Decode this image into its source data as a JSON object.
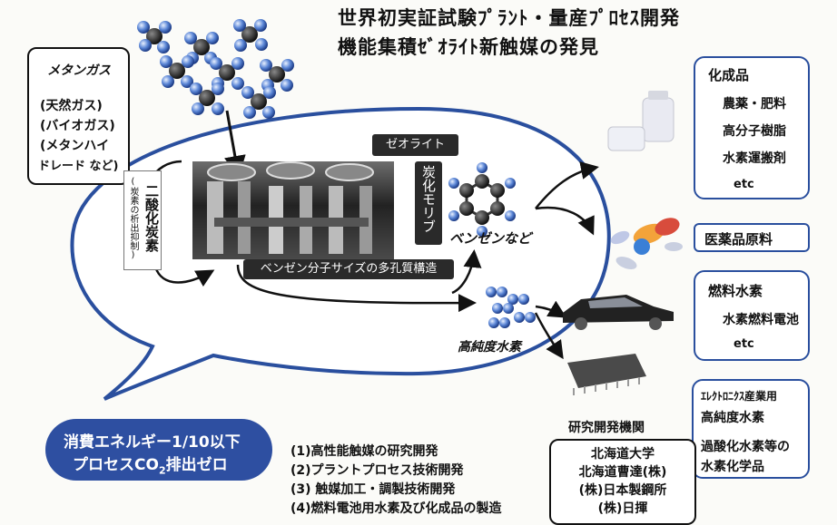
{
  "title": {
    "line1": "世界初実証試験ﾌﾟﾗﾝﾄ・量産ﾌﾟﾛｾｽ開発",
    "line2": "機能集積ｾﾞｵﾗｲﾄ新触媒の発見"
  },
  "methane_box": {
    "heading": "メタンガス",
    "lines": [
      "(天然ガス)",
      "(バイオガス)",
      "(メタンハイ",
      "ドレード など)"
    ]
  },
  "reactor": {
    "zeolite_label": "ゼオライト",
    "molybdenum_label": "炭化モリブデン",
    "co2_label": "二酸化炭素",
    "co2_sub_label": "(炭素の析出抑制)",
    "porous_label": "ベンゼン分子サイズの多孔質構造"
  },
  "products": {
    "benzene_label": "ベンゼンなど",
    "hydrogen_label": "高純度水素"
  },
  "right_boxes": {
    "chemicals": {
      "title": "化成品",
      "items": [
        "農薬・肥料",
        "高分子樹脂",
        "水素運搬剤",
        "etc"
      ]
    },
    "pharma": {
      "title": "医薬品原料"
    },
    "fuel": {
      "title": "燃料水素",
      "items": [
        "水素燃料電池",
        "etc"
      ]
    },
    "electronics": {
      "lines": [
        "ｴﾚｸﾄﾛﾆｸｽ産業用",
        "高純度水素",
        "過酸化水素等の",
        "水素化学品"
      ]
    }
  },
  "energy_pill": {
    "line1": "消費エネルギー1/10以下",
    "line2_prefix": "プロセスCO",
    "line2_sub": "2",
    "line2_suffix": "排出ゼロ"
  },
  "development_list": [
    "(1)高性能触媒の研究開発",
    "(2)プラントプロセス技術開発",
    "(3) 触媒加工・調製技術開発",
    "(4)燃料電池用水素及び化成品の製造"
  ],
  "research_org": {
    "heading": "研究開発機関",
    "members": [
      "北海道大学",
      "北海道曹達(株)",
      "(株)日本製鋼所",
      "(株)日揮"
    ]
  },
  "colors": {
    "accent_blue": "#2a4f9e",
    "pill_blue": "#2e4fa1",
    "dark_label": "#2a2a2a"
  }
}
